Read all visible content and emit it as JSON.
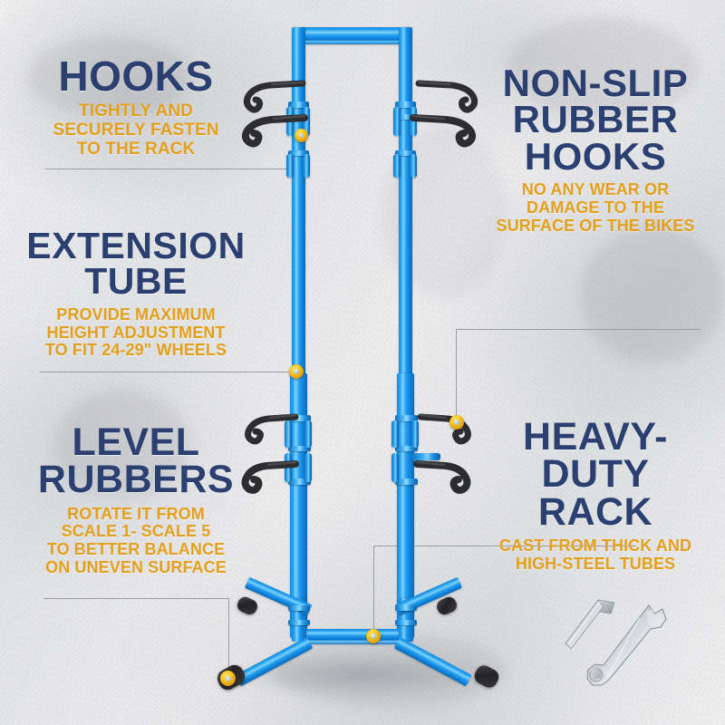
{
  "page": {
    "type": "product-infographic",
    "product": "vertical bike storage rack",
    "background": "gray textured concrete wall"
  },
  "colors": {
    "heading_navy": "#2b4070",
    "body_gold": "#e3a01c",
    "product_blue": "#2ba4f2",
    "product_blue_dark": "#0c6cb8",
    "knob_yellow": "#f5c41d",
    "rubber_black": "#2a2a2c",
    "leader_line": "#9b9da0",
    "background": "#e9e9e9"
  },
  "callouts": [
    {
      "id": "hooks",
      "side": "left",
      "heading": "HOOKS",
      "body": "TIGHTLY AND\nSECURELY FASTEN\nTO THE RACK"
    },
    {
      "id": "extension-tube",
      "side": "left",
      "heading": "EXTENSION\nTUBE",
      "body": "PROVIDE MAXIMUM\nHEIGHT ADJUSTMENT\nTO FIT 24-29\" WHEELS"
    },
    {
      "id": "level-rubbers",
      "side": "left",
      "heading": "LEVEL\nRUBBERS",
      "body": "ROTATE IT FROM\nSCALE 1- SCALE 5\nTO BETTER BALANCE\nON UNEVEN SURFACE"
    },
    {
      "id": "non-slip-rubber-hooks",
      "side": "right",
      "heading": "NON-SLIP\nRUBBER\nHOOKS",
      "body": "NO ANY WEAR OR\nDAMAGE TO THE\nSURFACE OF THE BIKES"
    },
    {
      "id": "heavy-duty-rack",
      "side": "right",
      "heading": "HEAVY-DUTY\nRACK",
      "body": "CAST FROM THICK AND\nHIGH-STEEL TUBES"
    }
  ],
  "product_parts": [
    {
      "name": "top-crossbar",
      "count": 1
    },
    {
      "name": "vertical-post-left",
      "count": 1
    },
    {
      "name": "vertical-post-right",
      "count": 1
    },
    {
      "name": "rubber-hook",
      "count": 8
    },
    {
      "name": "adjustment-knob",
      "count": 4
    },
    {
      "name": "base-leg",
      "count": 4
    },
    {
      "name": "level-rubber-foot",
      "count": 4
    }
  ],
  "tools": [
    {
      "name": "allen-key",
      "label": "allen-key-icon"
    },
    {
      "name": "open-end-wrench",
      "label": "wrench-icon"
    }
  ]
}
